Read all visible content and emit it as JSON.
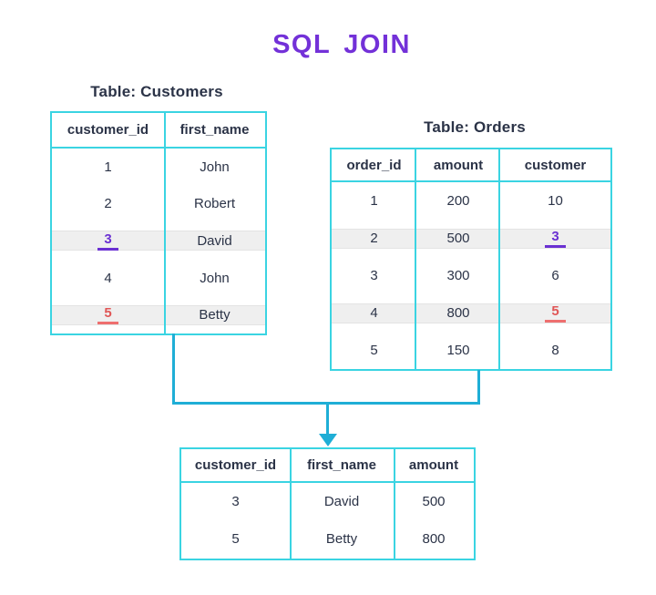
{
  "title": "SQL JOIN",
  "colors": {
    "title_purple": "#7331D8",
    "text_navy": "#2B3347",
    "table_border": "#3AD4E2",
    "connector": "#1FAED6",
    "highlight_band": "#EFEFEF",
    "key_purple": "#6A30D2",
    "key_red": "#E05656"
  },
  "tables": {
    "customers": {
      "label": "Table: Customers",
      "columns": [
        "customer_id",
        "first_name"
      ],
      "rows": [
        [
          "1",
          "John"
        ],
        [
          "2",
          "Robert"
        ],
        [
          "3",
          "David"
        ],
        [
          "4",
          "John"
        ],
        [
          "5",
          "Betty"
        ]
      ]
    },
    "orders": {
      "label": "Table: Orders",
      "columns": [
        "order_id",
        "amount",
        "customer"
      ],
      "rows": [
        [
          "1",
          "200",
          "10"
        ],
        [
          "2",
          "500",
          "3"
        ],
        [
          "3",
          "300",
          "6"
        ],
        [
          "4",
          "800",
          "5"
        ],
        [
          "5",
          "150",
          "8"
        ]
      ]
    },
    "result": {
      "columns": [
        "customer_id",
        "first_name",
        "amount"
      ],
      "rows": [
        [
          "3",
          "David",
          "500"
        ],
        [
          "5",
          "Betty",
          "800"
        ]
      ]
    }
  },
  "join_keys": {
    "purple": "3",
    "red": "5"
  }
}
